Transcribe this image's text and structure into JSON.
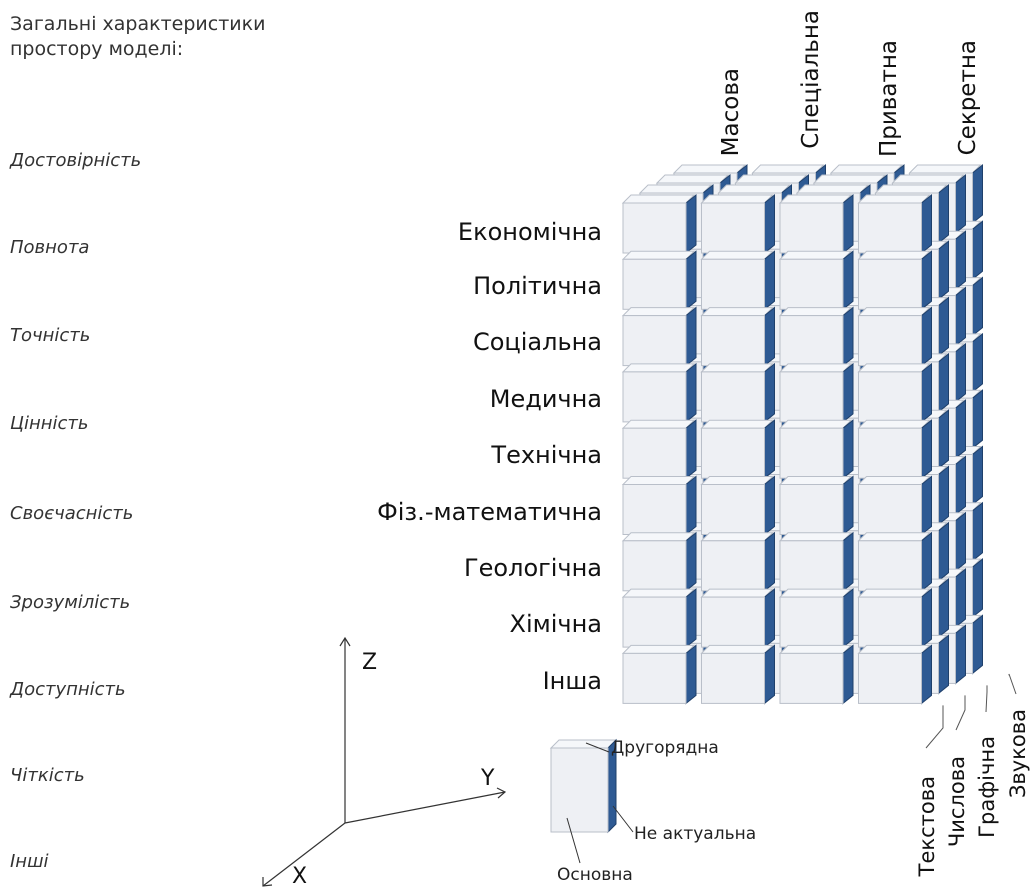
{
  "header": "Загальні характеристики\nпростору  моделі:",
  "characteristics": [
    "Достовірність",
    "Повнота",
    "Точність",
    "Цінність",
    "Своєчасність",
    "Зрозумілість",
    "Доступність",
    "Чіткість",
    "Інші"
  ],
  "rows": [
    "Економічна",
    "Політична",
    "Соціальна",
    "Медична",
    "Технічна",
    "Фіз.-математична",
    "Геологічна",
    "Хімічна",
    "Інша"
  ],
  "columns": [
    "Масова",
    "Спеціальна",
    "Приватна",
    "Секретна"
  ],
  "depth": [
    "Текстова",
    "Числова",
    "Графічна",
    "Звукова"
  ],
  "axes": {
    "z": "Z",
    "y": "Y",
    "x": "X"
  },
  "legend": {
    "top": "Другорядна",
    "side": "Не актуальна",
    "front": "Основна"
  },
  "colors": {
    "face": "#eef0f4",
    "top": "#f5f7fa",
    "side": "#2e5a93",
    "edge": "#b9bfc9"
  }
}
